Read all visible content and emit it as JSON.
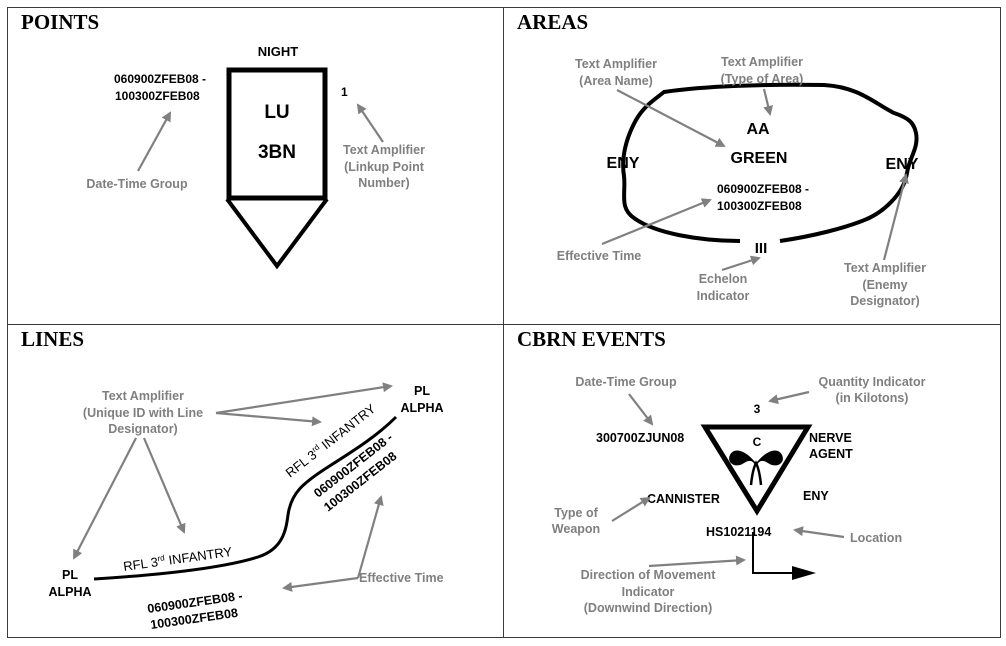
{
  "panels": {
    "points": {
      "title": "POINTS",
      "symbol_top": "NIGHT",
      "symbol_line1": "LU",
      "symbol_line2": "3BN",
      "dtg_line1": "060900ZFEB08 -",
      "dtg_line2": "100300ZFEB08",
      "number": "1",
      "label_dtg": "Date-Time Group",
      "label_amp_l1": "Text Amplifier",
      "label_amp_l2": "(Linkup Point",
      "label_amp_l3": "Number)"
    },
    "areas": {
      "title": "AREAS",
      "type_text": "AA",
      "name_text": "GREEN",
      "eny_left": "ENY",
      "eny_right": "ENY",
      "dtg_line1": "060900ZFEB08 -",
      "dtg_line2": "100300ZFEB08",
      "echelon": "III",
      "label_name_l1": "Text Amplifier",
      "label_name_l2": "(Area Name)",
      "label_type_l1": "Text Amplifier",
      "label_type_l2": "(Type of Area)",
      "label_eff": "Effective Time",
      "label_ech_l1": "Echelon",
      "label_ech_l2": "Indicator",
      "label_eny_l1": "Text Amplifier",
      "label_eny_l2": "(Enemy",
      "label_eny_l3": "Designator)"
    },
    "lines": {
      "title": "LINES",
      "pl_left_l1": "PL",
      "pl_left_l2": "ALPHA",
      "pl_right_l1": "PL",
      "pl_right_l2": "ALPHA",
      "rfl_prefix": "RFL 3",
      "rfl_sup": "rd",
      "rfl_suffix": " INFANTRY",
      "dtg_line1": "060900ZFEB08 -",
      "dtg_line2": "100300ZFEB08",
      "label_amp_l1": "Text Amplifier",
      "label_amp_l2": "(Unique ID with Line",
      "label_amp_l3": "Designator)",
      "label_eff": "Effective Time"
    },
    "cbrn": {
      "title": "CBRN EVENTS",
      "quantity": "3",
      "agent_letter": "C",
      "dtg": "300700ZJUN08",
      "agent_l1": "NERVE",
      "agent_l2": "AGENT",
      "weapon": "CANNISTER",
      "eny": "ENY",
      "location": "HS1021194",
      "label_dtg": "Date-Time Group",
      "label_qty_l1": "Quantity Indicator",
      "label_qty_l2": "(in Kilotons)",
      "label_weapon_l1": "Type of",
      "label_weapon_l2": "Weapon",
      "label_location": "Location",
      "label_dir_l1": "Direction of Movement",
      "label_dir_l2": "Indicator",
      "label_dir_l3": "(Downwind Direction)"
    }
  },
  "colors": {
    "symbol": "#000000",
    "annotation": "#808080",
    "border": "#3a3a3a"
  }
}
